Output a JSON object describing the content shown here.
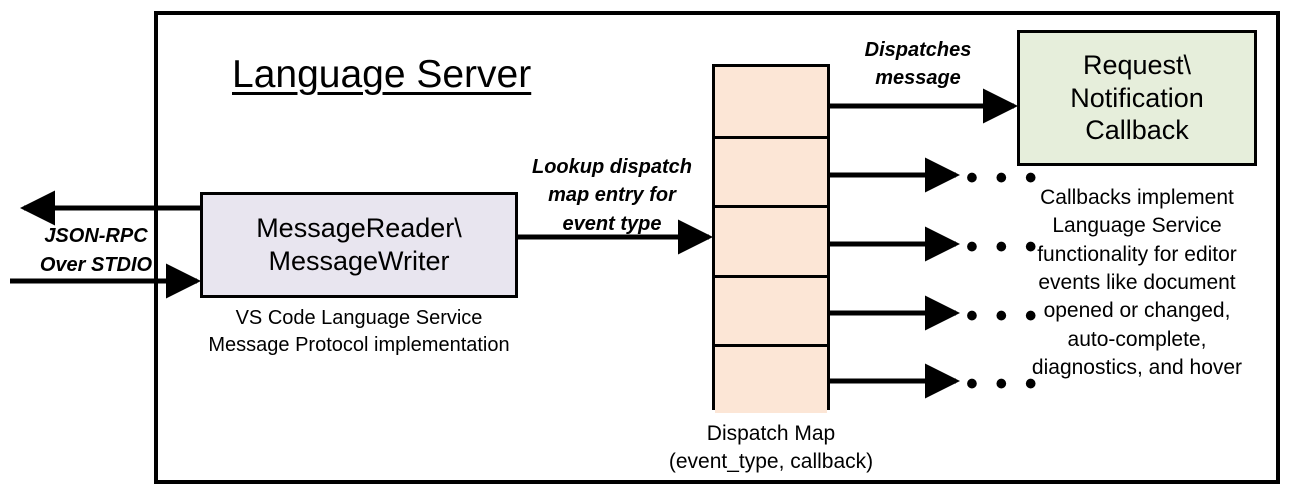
{
  "diagram": {
    "title": "Language Server",
    "frame_border_color": "#000000"
  },
  "message_io": {
    "label": "MessageReader\\\nMessageWriter",
    "line1": "MessageReader\\",
    "line2": "MessageWriter",
    "caption_line1": "VS Code Language Service",
    "caption_line2": "Message Protocol implementation",
    "fill_color": "#E8E5EF"
  },
  "transport": {
    "label_line1": "JSON-RPC",
    "label_line2": "Over STDIO"
  },
  "lookup": {
    "label_line1": "Lookup dispatch",
    "label_line2": "map entry for",
    "label_line3": "event type"
  },
  "dispatch": {
    "label_line1": "Dispatches",
    "label_line2": "message",
    "map_caption_line1": "Dispatch Map",
    "map_caption_line2": "(event_type, callback)",
    "cell_fill_color": "#FCE6D6",
    "cell_count": 5,
    "ellipsis": "• • •"
  },
  "callback": {
    "line1": "Request\\",
    "line2": "Notification",
    "line3": "Callback",
    "fill_color": "#E6EEDB",
    "caption_line1": "Callbacks implement",
    "caption_line2": "Language Service",
    "caption_line3": "functionality for editor",
    "caption_line4": "events like document",
    "caption_line5": "opened or changed,",
    "caption_line6": "auto-complete,",
    "caption_line7": "diagnostics, and hover"
  }
}
